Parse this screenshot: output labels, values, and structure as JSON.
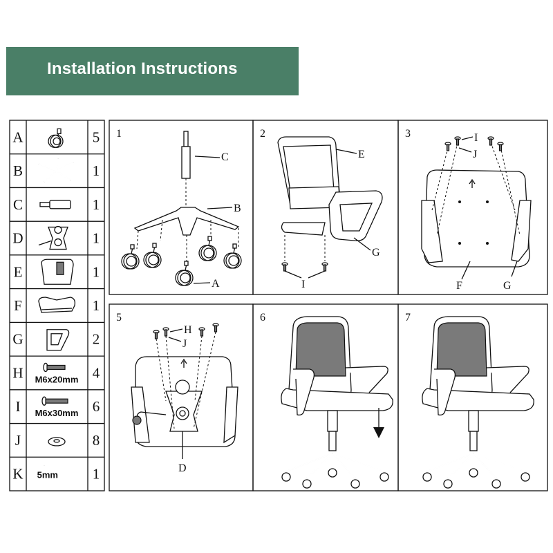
{
  "header": {
    "title": "Installation Instructions"
  },
  "parts": [
    {
      "letter": "A",
      "qty": "5",
      "icon": "caster-wheel-icon",
      "spec": ""
    },
    {
      "letter": "B",
      "qty": "1",
      "icon": "star-base-icon",
      "spec": ""
    },
    {
      "letter": "C",
      "qty": "1",
      "icon": "gas-lift-icon",
      "spec": ""
    },
    {
      "letter": "D",
      "qty": "1",
      "icon": "tilt-mechanism-icon",
      "spec": ""
    },
    {
      "letter": "E",
      "qty": "1",
      "icon": "backrest-icon",
      "spec": ""
    },
    {
      "letter": "F",
      "qty": "1",
      "icon": "seat-cushion-icon",
      "spec": ""
    },
    {
      "letter": "G",
      "qty": "2",
      "icon": "armrest-icon",
      "spec": ""
    },
    {
      "letter": "H",
      "qty": "4",
      "icon": "short-screw-icon",
      "spec": "M6x20mm"
    },
    {
      "letter": "I",
      "qty": "6",
      "icon": "long-screw-icon",
      "spec": "M6x30mm"
    },
    {
      "letter": "J",
      "qty": "8",
      "icon": "washer-icon",
      "spec": ""
    },
    {
      "letter": "K",
      "qty": "1",
      "icon": "allen-key-icon",
      "spec": "5mm"
    }
  ],
  "steps": [
    {
      "number": "1",
      "callouts": [
        "C",
        "B",
        "A"
      ]
    },
    {
      "number": "2",
      "callouts": [
        "E",
        "G",
        "I"
      ]
    },
    {
      "number": "3",
      "callouts": [
        "I",
        "J",
        "F",
        "G"
      ]
    },
    {
      "number": "5",
      "callouts": [
        "H",
        "J",
        "D"
      ]
    },
    {
      "number": "6",
      "callouts": []
    },
    {
      "number": "7",
      "callouts": []
    }
  ],
  "colors": {
    "banner": "#4a7f67",
    "line": "#111111",
    "background": "#ffffff"
  }
}
